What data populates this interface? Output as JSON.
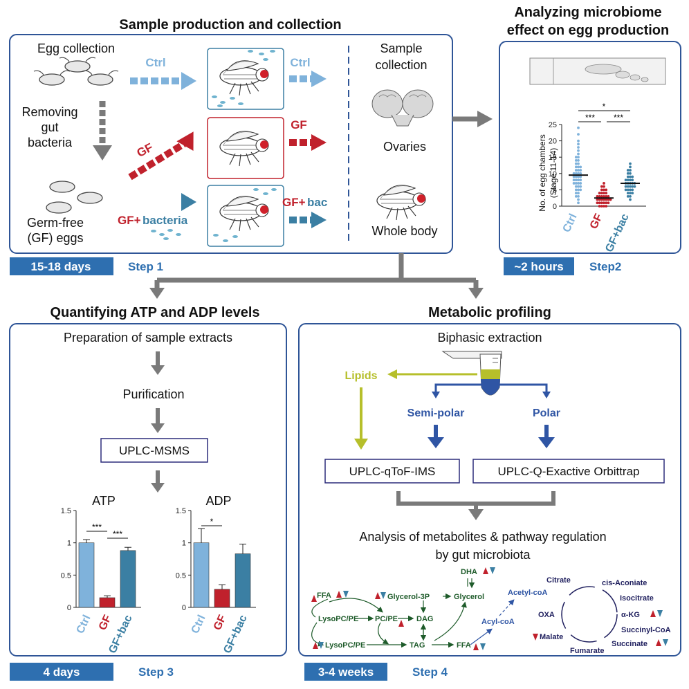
{
  "colors": {
    "frame": "#2f5597",
    "ctrl": "#7fb2db",
    "gf": "#c0212c",
    "bac": "#3b7fa3",
    "gray": "#7a7a7a",
    "lipid": "#b6bf2b",
    "polar": "#2f55a4",
    "path_green": "#1e5b2a",
    "step_box": "#2e6fb0",
    "step_text": "#2e6fb0",
    "cycle": "#1f1f5e"
  },
  "panel1": {
    "title": "Sample production and collection",
    "egg_collection": "Egg collection",
    "removing": [
      "Removing",
      "gut",
      "bacteria"
    ],
    "germfree": [
      "Germ-free",
      "(GF) eggs"
    ],
    "arrow_ctrl": "Ctrl",
    "arrow_gf": "GF",
    "arrow_gfbac_1": "GF+",
    "arrow_gfbac_2": "bacteria",
    "out_ctrl": "Ctrl",
    "out_gf": "GF",
    "out_gfbac_1": "GF+",
    "out_gfbac_2": "bac",
    "sample_collection": [
      "Sample",
      "collection"
    ],
    "ovaries": "Ovaries",
    "whole_body": "Whole body",
    "duration": "15-18 days",
    "step": "Step 1"
  },
  "panel2": {
    "title": [
      "Analyzing microbiome",
      "effect on egg production"
    ],
    "ylabel": [
      "No. of egg chambers",
      "(Stage 11-14)"
    ],
    "duration": "~2 hours",
    "step": "Step2"
  },
  "panel3": {
    "title": "Quantifying ATP and ADP levels",
    "prep": "Preparation of sample extracts",
    "purification": "Purification",
    "uplc": "UPLC-MSMS",
    "duration": "4 days",
    "step": "Step 3"
  },
  "panel4": {
    "title": "Metabolic profiling",
    "biphasic": "Biphasic extraction",
    "lipids": "Lipids",
    "semipolar": "Semi-polar",
    "polar": "Polar",
    "inst1": "UPLC-qToF-IMS",
    "inst2": "UPLC-Q-Exactive Orbittrap",
    "analysis": [
      "Analysis of metabolites & pathway regulation",
      "by gut microbiota"
    ],
    "lipid_nodes": {
      "dha": "DHA",
      "ffa1": "FFA",
      "glycerol3p": "Glycerol-3P",
      "glycerol": "Glycerol",
      "lysopc1": "LysoPC/PE",
      "pcpe": "PC/PE",
      "dag": "DAG",
      "lysopc2": "LysoPC/PE",
      "tag": "TAG",
      "ffa2": "FFA",
      "acyl": "Acyl-coA",
      "acetyl": "Acetyl-coA"
    },
    "tca": {
      "citrate": "Citrate",
      "cisaconitate": "cis-Aconiate",
      "isocitrate": "Isocitrate",
      "akg": "α-KG",
      "succoa": "Succinyl-CoA",
      "succinate": "Succinate",
      "fumarate": "Fumarate",
      "malate": "Malate",
      "oxa": "OXA"
    },
    "duration": "3-4 weeks",
    "step": "Step 4"
  },
  "chart_data": [
    {
      "type": "scatter",
      "title": "",
      "categories": [
        "Ctrl",
        "GF",
        "GF+bac"
      ],
      "ylabel": "No. of egg chambers (Stage 11-14)",
      "ylim": [
        0,
        25
      ],
      "yticks": [
        "0",
        "5",
        "10",
        "15",
        "20",
        "25"
      ],
      "means": [
        9.5,
        2.5,
        7
      ],
      "series": [
        {
          "values": [
            24,
            22,
            20,
            19,
            18,
            17,
            16,
            15,
            15,
            14,
            14,
            13,
            13,
            12,
            12,
            12,
            11,
            11,
            11,
            10,
            10,
            10,
            10,
            9,
            9,
            9,
            9,
            8,
            8,
            8,
            8,
            7,
            7,
            7,
            7,
            6,
            6,
            6,
            5,
            5,
            5,
            4,
            4,
            3,
            3,
            2,
            1
          ]
        },
        {
          "values": [
            7,
            6,
            6,
            5,
            5,
            5,
            4,
            4,
            4,
            4,
            3,
            3,
            3,
            3,
            3,
            3,
            2,
            2,
            2,
            2,
            2,
            2,
            2,
            1,
            1,
            1,
            1,
            1,
            1,
            0,
            0,
            0,
            0
          ]
        },
        {
          "values": [
            13,
            12,
            11,
            11,
            10,
            10,
            9,
            9,
            9,
            8,
            8,
            8,
            8,
            7,
            7,
            7,
            7,
            7,
            6,
            6,
            6,
            6,
            6,
            5,
            5,
            5,
            5,
            4,
            4,
            4,
            3,
            3,
            2
          ]
        }
      ],
      "significance": [
        "*",
        "***",
        "***"
      ]
    },
    {
      "type": "bar",
      "title": "ATP",
      "categories": [
        "Ctrl",
        "GF",
        "GF+bac"
      ],
      "values": [
        1.0,
        0.15,
        0.88
      ],
      "errors": [
        0.05,
        0.03,
        0.05
      ],
      "ylim": [
        0,
        1.5
      ],
      "yticks": [
        "0",
        "0.5",
        "1",
        "1.5"
      ],
      "significance": [
        "***",
        "***"
      ]
    },
    {
      "type": "bar",
      "title": "ADP",
      "categories": [
        "Ctrl",
        "GF",
        "GF+bac"
      ],
      "values": [
        1.0,
        0.28,
        0.83
      ],
      "errors": [
        0.22,
        0.07,
        0.15
      ],
      "ylim": [
        0,
        1.5
      ],
      "yticks": [
        "0",
        "0.5",
        "1",
        "1.5"
      ],
      "significance": [
        "*"
      ]
    }
  ]
}
